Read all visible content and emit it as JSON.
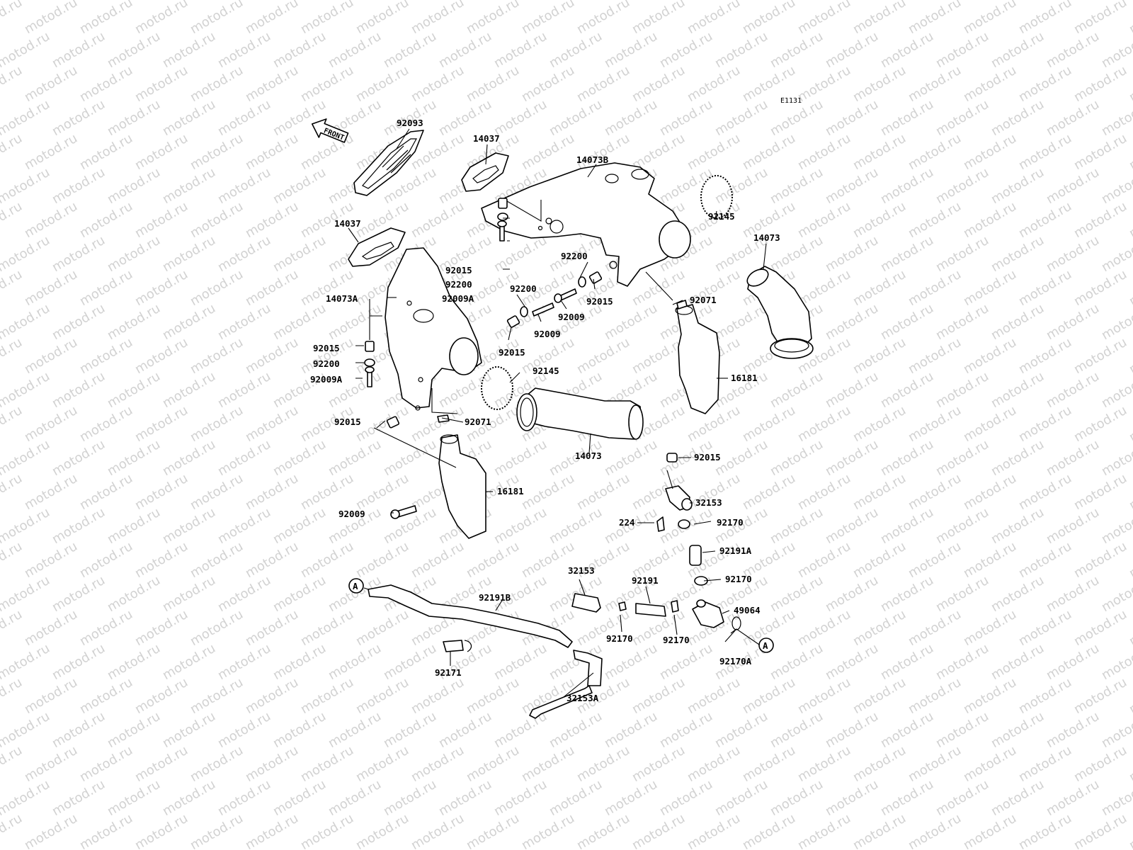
{
  "watermark": "motod.ru",
  "diagram_code": "E1131",
  "front_label": "FRONT",
  "ref_marker": "A",
  "labels": {
    "p92093": "92093",
    "p14037_top": "14037",
    "p14073B": "14073B",
    "p14037_left": "14037",
    "p92145_right": "92145",
    "p14073_right": "14073",
    "p92200_mid": "92200",
    "p92015_a": "92015",
    "p92200_a": "92200",
    "p92009A_a": "92009A",
    "p14073A": "14073A",
    "p92200_b": "92200",
    "p92015_mid": "92015",
    "p92071_right": "92071",
    "p92009_a": "92009",
    "p92009_b": "92009",
    "p92015_b": "92015",
    "p92200_c": "92200",
    "p92009A_b": "92009A",
    "p92015_c": "92015",
    "p92145_left": "92145",
    "p16181_right": "16181",
    "p92015_d": "92015",
    "p92071_left": "92071",
    "p14073_mid": "14073",
    "p92015_e": "92015",
    "p16181_left": "16181",
    "p32153_a": "32153",
    "p92009_c": "92009",
    "p224": "224",
    "p92170_a": "92170",
    "p92191A": "92191A",
    "p32153_b": "32153",
    "p92191": "92191",
    "p92170_b": "92170",
    "p92191B": "92191B",
    "p49064": "49064",
    "p92170_c": "92170",
    "p92170_d": "92170",
    "p92170A": "92170A",
    "p92171": "92171",
    "p32153A": "32153A"
  }
}
